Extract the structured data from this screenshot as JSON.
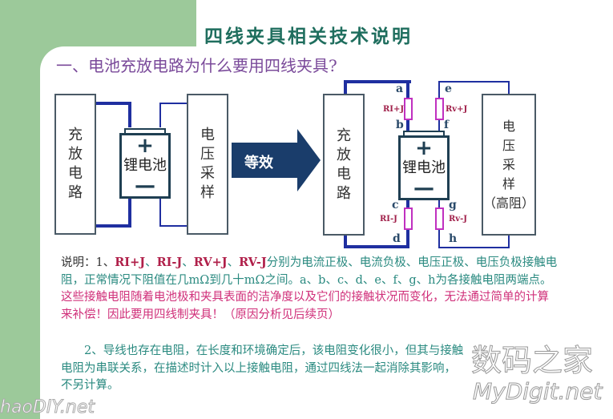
{
  "title": "四线夹具相关技术说明",
  "subtitle": "一、电池充放电路为什么要用四线夹具?",
  "left_diagram": {
    "charge_box": "充\n放\n电\n路",
    "battery_plus": "+",
    "battery_label": "锂电池",
    "battery_minus": "—",
    "voltage_box": "电\n压\n采\n样"
  },
  "arrow_label": "等效",
  "right_diagram": {
    "charge_box": "充\n放\n电\n路",
    "battery_plus": "+",
    "battery_label": "锂电池",
    "battery_minus": "—",
    "voltage_box": "电\n压\n采\n样\n（高阻）",
    "nodes": {
      "a": "a",
      "b": "b",
      "c": "c",
      "d": "d",
      "e": "e",
      "f": "f",
      "g": "g",
      "h": "h"
    },
    "resistors": {
      "ri_plus": "RI+J",
      "rv_plus": "Rv+J",
      "ri_minus": "RI-J",
      "rv_minus": "Rv-J"
    }
  },
  "note1": {
    "prefix": "说明：1、",
    "r1": "RI+J",
    "sep": "、",
    "r2": "RI-J",
    "r3": "RV+J",
    "r4": "RV-J",
    "text1": "分别为电流正极、电流负极、电压正极、电压负极接触电阻，正常情况下阻值在几mΩ到几十mΩ之间。a、b、c、d、e、f、g、h为各接触电阻两端点。",
    "highlight": "这些接触电阻随着电池极和夹具表面的洁净度以及它们的接触状况而变化，无法通过简单的计算来补偿！因此要用四线制夹具！（原因分析见后续页）"
  },
  "note2": "2、导线也存在电阻，在长度和环境确定后，该电阻变化很小，但其与接触电阻为串联关系，在描述时计入以上接触电阻，通过四线法一起消除其影响，不另计算。",
  "watermarks": {
    "cn": "数码之家",
    "en": "MyDigit.net",
    "left": "haoDIY.net"
  }
}
